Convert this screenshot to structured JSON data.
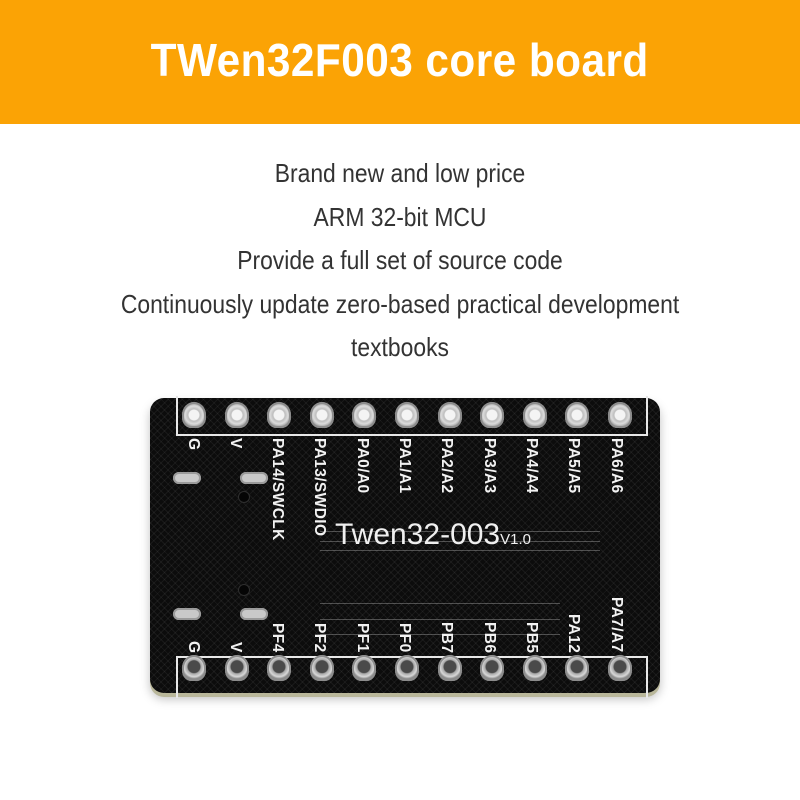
{
  "banner": {
    "title": "TWen32F003 core board",
    "background_color": "#fba305",
    "text_color": "#ffffff"
  },
  "features": [
    "Brand new and low price",
    "ARM 32-bit MCU",
    "Provide a full set of source code",
    "Continuously update zero-based practical development",
    "textbooks"
  ],
  "board": {
    "model_label": "Twen32-003",
    "version_label": "V1.0",
    "top_pins": [
      "G",
      "V",
      "PA14/SWCLK",
      "PA13/SWDIO",
      "PA0/A0",
      "PA1/A1",
      "PA2/A2",
      "PA3/A3",
      "PA4/A4",
      "PA5/A5",
      "PA6/A6"
    ],
    "bottom_pins": [
      "G",
      "V",
      "PF4",
      "PF2",
      "PF1",
      "PF0",
      "PB7",
      "PB6",
      "PB5",
      "PA12",
      "PA7/A7"
    ],
    "pcb_color": "#0c0c0c",
    "silkscreen_color": "#f2f2f2"
  }
}
